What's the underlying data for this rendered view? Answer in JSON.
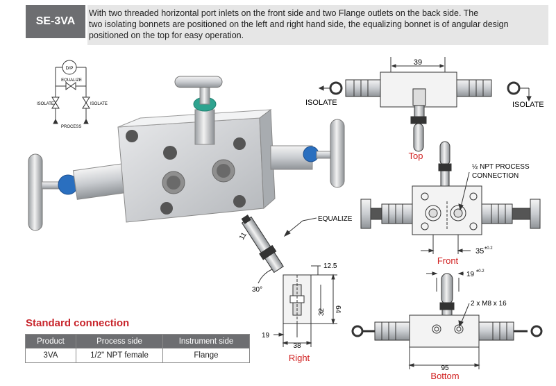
{
  "header": {
    "model": "SE-3VA",
    "description_lines": [
      "With two threaded horizontal port inlets on the front side and two Flange outlets on the back side. The",
      "two isolating bonnets are positioned on the left and right hand side, the equalizing bonnet is of angular design",
      "positioned on the top for easy operation."
    ]
  },
  "schematic": {
    "dp": "D/P",
    "equalize": "EQUALIZE",
    "isolate_left": "ISOLATE",
    "isolate_right": "ISOLATE",
    "process": "PROCESS"
  },
  "top_view": {
    "dim": "39",
    "isolate_left": "ISOLATE",
    "isolate_right": "ISOLATE",
    "caption": "Top"
  },
  "front_view": {
    "npt_label_1": "½ NPT PROCESS",
    "npt_label_2": "CONNECTION",
    "dim": "35",
    "dim_tol": "±0.2",
    "caption": "Front"
  },
  "right_view": {
    "equalize": "EQUALIZE",
    "dim_11": "11",
    "dim_125": "12.5",
    "angle": "30°",
    "dim_64": "64",
    "dim_32": "32",
    "dim_19": "19",
    "dim_38": "38",
    "caption": "Right"
  },
  "bottom_view": {
    "dim_19": "19",
    "dim_19_tol": "±0.2",
    "thread": "2 x M8 x 16",
    "dim_95": "95",
    "caption": "Bottom"
  },
  "standard_connection": {
    "title": "Standard connection",
    "headers": [
      "Product",
      "Process side",
      "Instrument side"
    ],
    "rows": [
      [
        "3VA",
        "1/2\" NPT female",
        "Flange"
      ]
    ]
  },
  "colors": {
    "badge_bg": "#6d6e71",
    "desc_bg": "#e6e6e6",
    "title_red": "#c8252c",
    "caption_red": "#d11f1f"
  }
}
